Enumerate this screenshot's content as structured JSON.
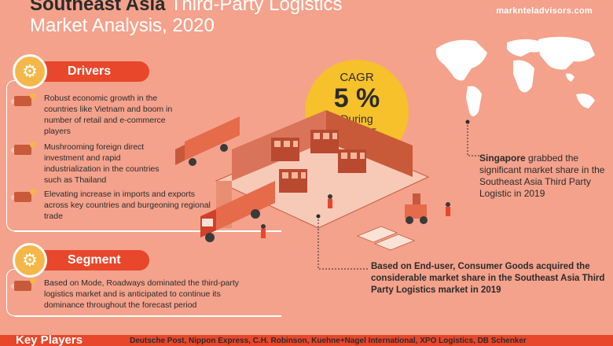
{
  "header": {
    "title_part1": "Southeast Asia",
    "title_part2": " Third-Party Logistics",
    "title_line2": "Market Analysis, 2020",
    "website": "marknteladvisors.com"
  },
  "drivers": {
    "heading": "Drivers",
    "icon": "gears-icon",
    "items": [
      "Robust economic growth in the countries like Vietnam and boom in number of retail and e-commerce players",
      "Mushrooming foreign direct investment and rapid industrialization in the countries such as Thailand",
      "Elevating increase in imports and exports across key countries and burgeoning regional trade"
    ]
  },
  "cagr": {
    "label": "CAGR",
    "value": "5 %",
    "during": "During",
    "period": "2020-25"
  },
  "callouts": {
    "region_bold": "Singapore",
    "region_rest": " grabbed the significant market share in the Southeast Asia Third Party Logistic in 2019",
    "enduser": "Based on End-user, Consumer Goods acquired the considerable market share in the Southeast Asia Third Party Logistics market in 2019"
  },
  "segment": {
    "heading": "Segment",
    "icon": "chart-gear-icon",
    "text": "Based on Mode, Roadways dominated the third-party logistics market and is anticipated to continue its dominance throughout the forecast period"
  },
  "key_players": {
    "heading": "Key Players",
    "list": "Deutsche Post, Nippon Express, C.H. Robinson, Kuehne+Nagel International, XPO Logistics, DB Schenker"
  },
  "colors": {
    "background": "#F4A28C",
    "accent": "#E8472B",
    "highlight": "#F6C12A",
    "text": "#2b2b2b"
  }
}
